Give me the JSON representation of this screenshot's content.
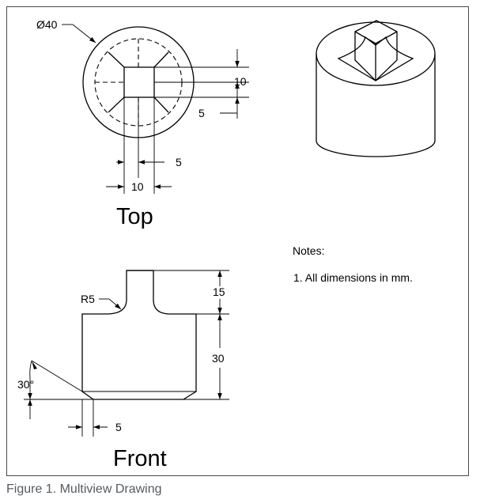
{
  "views": {
    "top": {
      "label": "Top"
    },
    "front": {
      "label": "Front"
    }
  },
  "dimensions": {
    "diameter": "Ø40",
    "top_square_vertical": "10",
    "top_offset_vertical": "5",
    "top_offset_horizontal": "5",
    "top_square_horizontal": "10",
    "fillet_radius": "R5",
    "boss_height": "15",
    "body_height": "30",
    "chamfer_angle": "30°",
    "chamfer_width": "5"
  },
  "notes": {
    "heading": "Notes:",
    "items": [
      "1.  All dimensions in mm."
    ]
  },
  "caption": "Figure 1. Multiview Drawing",
  "colors": {
    "line": "#000000",
    "border": "#4a4a4a",
    "caption": "#555b61"
  }
}
